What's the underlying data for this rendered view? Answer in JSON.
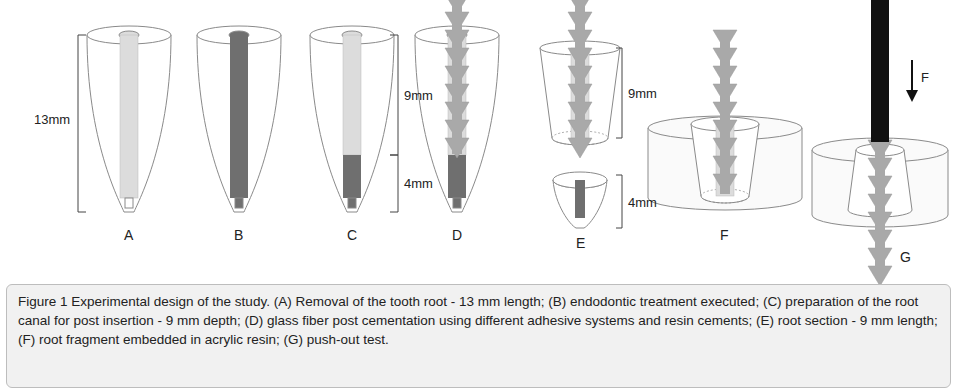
{
  "diagram": {
    "caption": "Figure 1 Experimental design of the study. (A) Removal of the tooth root - 13 mm length; (B) endodontic treatment executed; (C) preparation of the root canal for post insertion - 9 mm depth; (D) glass fiber post cementation using different adhesive systems and resin cements; (E) root section - 9 mm length; (F) root fragment embedded in acrylic resin; (G) push-out test.",
    "labels": [
      "13mm",
      "A",
      "B",
      "9mm",
      "4mm",
      "C",
      "D",
      "9mm",
      "4mm",
      "E",
      "F",
      "F",
      "G"
    ]
  }
}
